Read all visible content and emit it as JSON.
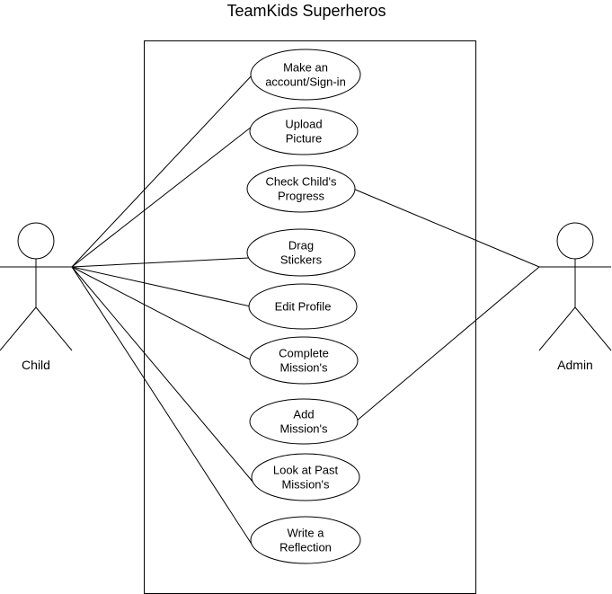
{
  "title": "TeamKids Superheros",
  "actors": {
    "child": {
      "label": "Child"
    },
    "admin": {
      "label": "Admin"
    }
  },
  "use_cases": [
    {
      "id": "make-account",
      "lines": [
        "Make an",
        "account/Sign-in"
      ]
    },
    {
      "id": "upload-picture",
      "lines": [
        "Upload",
        "Picture"
      ]
    },
    {
      "id": "check-progress",
      "lines": [
        "Check Child's",
        "Progress"
      ]
    },
    {
      "id": "drag-stickers",
      "lines": [
        "Drag",
        "Stickers"
      ]
    },
    {
      "id": "edit-profile",
      "lines": [
        "Edit Profile"
      ]
    },
    {
      "id": "complete-missions",
      "lines": [
        "Complete",
        "Mission's"
      ]
    },
    {
      "id": "add-missions",
      "lines": [
        "Add",
        "Mission's"
      ]
    },
    {
      "id": "past-missions",
      "lines": [
        "Look at Past",
        "Mission's"
      ]
    },
    {
      "id": "write-reflection",
      "lines": [
        "Write a",
        "Reflection"
      ]
    }
  ],
  "associations": [
    {
      "actor": "child",
      "use_case": "make-account"
    },
    {
      "actor": "child",
      "use_case": "upload-picture"
    },
    {
      "actor": "child",
      "use_case": "drag-stickers"
    },
    {
      "actor": "child",
      "use_case": "edit-profile"
    },
    {
      "actor": "child",
      "use_case": "complete-missions"
    },
    {
      "actor": "child",
      "use_case": "past-missions"
    },
    {
      "actor": "child",
      "use_case": "write-reflection"
    },
    {
      "actor": "admin",
      "use_case": "check-progress"
    },
    {
      "actor": "admin",
      "use_case": "add-missions"
    }
  ]
}
